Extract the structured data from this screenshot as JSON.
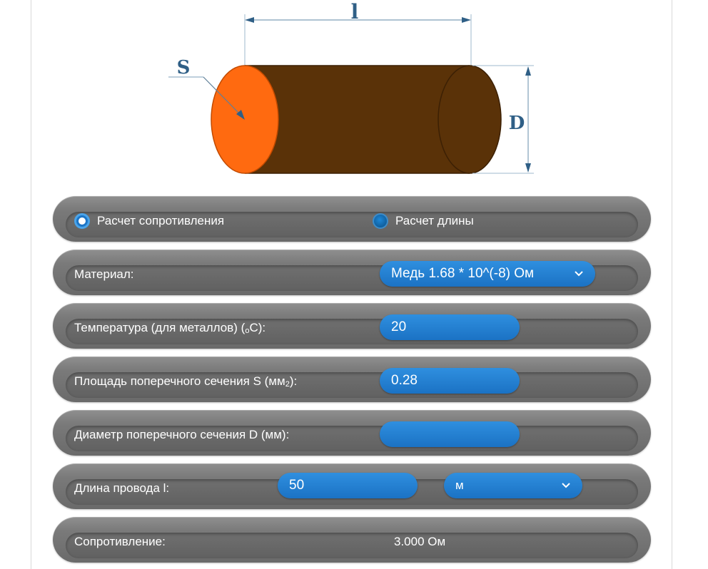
{
  "diagram": {
    "length_label": "l",
    "section_label": "S",
    "diameter_label": "D"
  },
  "mode": {
    "options": [
      {
        "label": "Расчет сопротивления",
        "selected": true
      },
      {
        "label": "Расчет длины",
        "selected": false
      }
    ]
  },
  "material": {
    "label": "Материал:",
    "value": "Медь 1.68 * 10^(-8) Ом"
  },
  "temperature": {
    "label": "Температура (для металлов) (",
    "unit_sup": "o",
    "unit_tail": "C):",
    "value": "20"
  },
  "area": {
    "label": "Площадь поперечного сечения S (мм",
    "unit_sub": "2",
    "unit_tail": "):",
    "value": "0.28"
  },
  "diameter": {
    "label": "Диаметр поперечного сечения D (мм):",
    "value": ""
  },
  "length": {
    "label": "Длина провода l:",
    "value": "50",
    "unit": "м"
  },
  "result": {
    "label": "Сопротивление:",
    "value": "3.000 Ом"
  },
  "colors": {
    "cylinder_body": "#5a3208",
    "cylinder_face": "#ff6a10",
    "field_blue": "#1f78c8",
    "row_gray": "#7a7a7a",
    "dimension_label": "#2f5f86"
  }
}
